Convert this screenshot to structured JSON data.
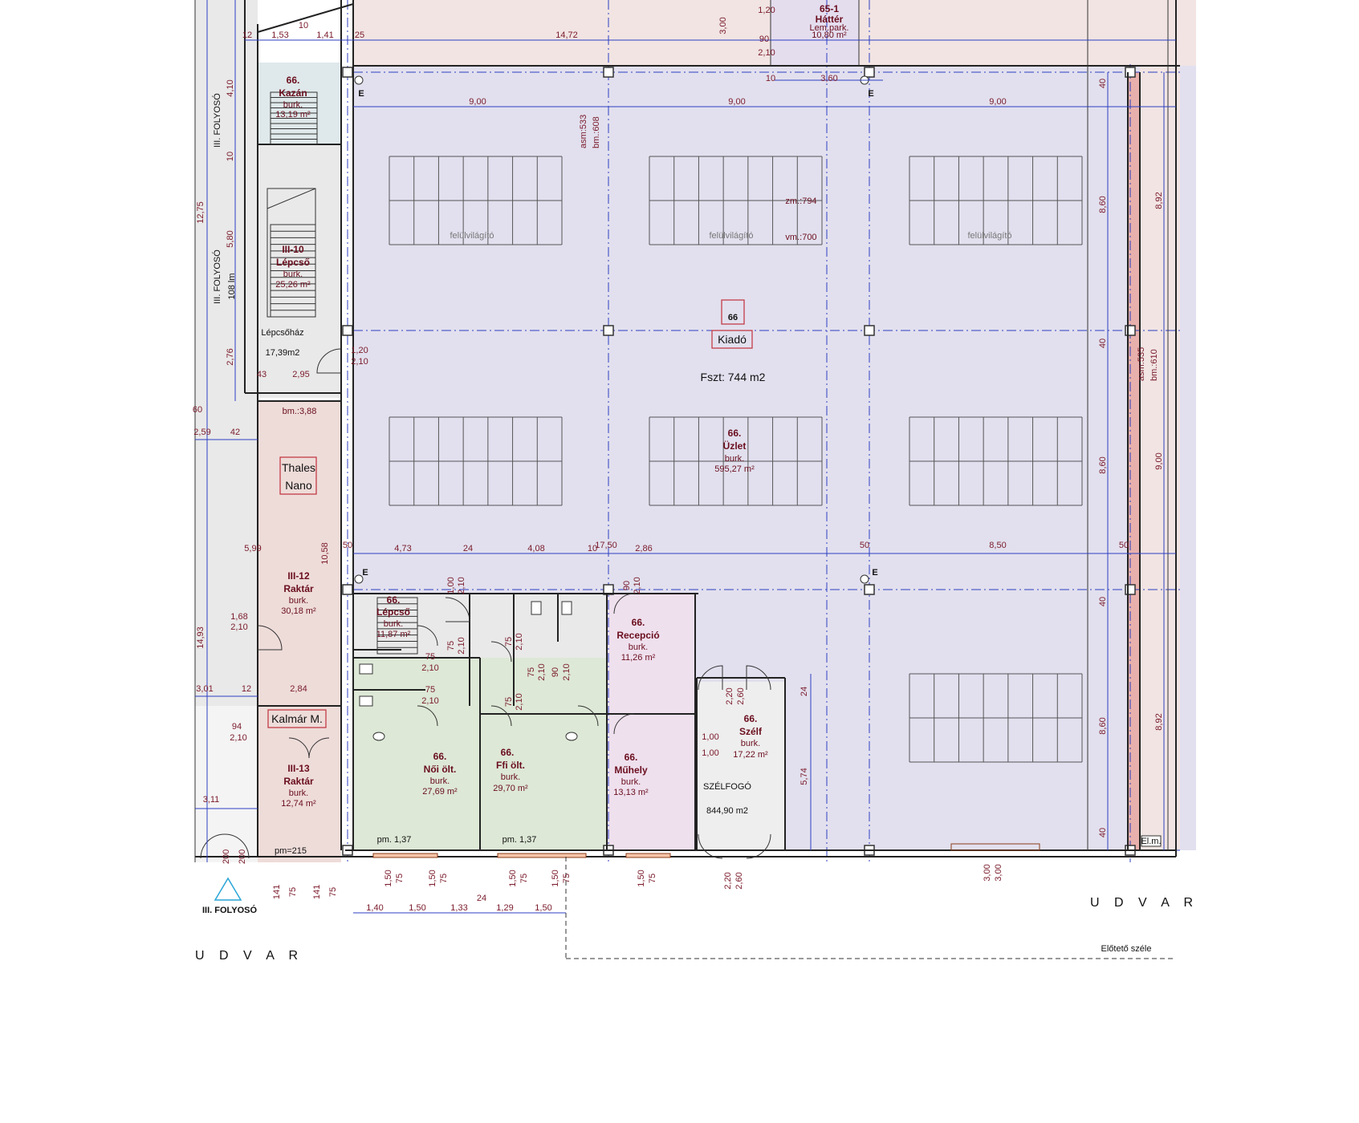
{
  "main_space": {
    "number": "66",
    "status": "Kiadó",
    "area": "Fszt: 744 m2",
    "shop_number": "66.",
    "shop_name": "Üzlet",
    "shop_floor": "burk.",
    "shop_area": "595,27 m²",
    "skylight_label": "felülvilágító",
    "height_note_1": "zm.:794",
    "height_note_2": "vm.:700"
  },
  "rooms": {
    "kazan": {
      "number": "66.",
      "name": "Kazán",
      "floor": "burk.",
      "area": "13,19 m²"
    },
    "lepcso_10": {
      "number": "III-10",
      "name": "Lépcső",
      "floor": "burk.",
      "area": "25,26 m²"
    },
    "lepcsohaz": {
      "name": "Lépcsőház",
      "area": "17,39m2"
    },
    "thales": {
      "line1": "Thales",
      "line2": "Nano",
      "note": "bm.:3,88"
    },
    "raktar_12": {
      "number": "III-12",
      "name": "Raktár",
      "floor": "burk.",
      "area": "30,18 m²"
    },
    "kalmar": {
      "name": "Kalmár M."
    },
    "raktar_13": {
      "number": "III-13",
      "name": "Raktár",
      "floor": "burk.",
      "area": "12,74 m²"
    },
    "lepcso_66": {
      "number": "66.",
      "name": "Lépcső",
      "floor": "burk.",
      "area": "11,87 m²"
    },
    "noi": {
      "number": "66.",
      "name": "Női ölt.",
      "floor": "burk.",
      "area": "27,69 m²"
    },
    "ffi": {
      "number": "66.",
      "name": "Ffi ölt.",
      "floor": "burk.",
      "area": "29,70 m²"
    },
    "recepcio": {
      "number": "66.",
      "name": "Recepció",
      "floor": "burk.",
      "area": "11,26 m²"
    },
    "muhely": {
      "number": "66.",
      "name": "Műhely",
      "floor": "burk.",
      "area": "13,13 m²"
    },
    "szelf": {
      "number": "66.",
      "name": "Szélf",
      "floor": "burk.",
      "area": "17,22 m²"
    },
    "szelfogo": {
      "name": "SZÉLFOGÓ",
      "area": "844,90 m2"
    },
    "hatter": {
      "number": "65-1",
      "name": "Háttér",
      "floor": "Lem.park.",
      "area": "10,80 m²"
    }
  },
  "corridors": {
    "folyoso": "III. FOLYOSÓ",
    "folyoso_bottom": "III. FOLYOSÓ"
  },
  "outside": {
    "udvar_right": "U D V A R",
    "udvar_left": "U D V A R",
    "canopy_edge": "Előtető széle"
  },
  "heights": {
    "asm_left": "asm:533",
    "bm_left": "bm.:608",
    "asm_right": "asm:535",
    "bm_right": "bm.:610",
    "lm_left": "108 lm",
    "pm_1": "pm. 1,37",
    "pm_2": "pm. 1,37",
    "pm_small": "pm=215",
    "el_m": "El.m."
  },
  "marks": {
    "e": "E"
  },
  "dims": {
    "top_1": "1,53",
    "top_2": "10",
    "top_3": "1,41",
    "top_4": "25",
    "top_5": "14,72",
    "top_6": "12",
    "bay_1": "9,00",
    "bay_2": "9,00",
    "bay_3": "9,00",
    "r_1": "8,60",
    "r_2": "8,60",
    "r_3": "8,60",
    "r_4": "8,92",
    "r_5": "9,00",
    "r_6": "8,92",
    "r_40a": "40",
    "r_40b": "40",
    "r_40c": "40",
    "r_40d": "40",
    "l_1": "12,75",
    "l_2": "14,93",
    "l_3": "4,10",
    "l_4": "10",
    "l_5": "5,80",
    "l_6": "2,76",
    "l_7": "2,59",
    "l_8": "42",
    "l_9": "3,01",
    "l_10": "12",
    "l_11": "3,11",
    "l_12": "60",
    "s_1": "43",
    "s_2": "2,95",
    "s_3": "1,20",
    "s_4": "2,10",
    "s_5": "5,99",
    "s_6": "10,58",
    "s_7": "1,68",
    "s_8": "2,10",
    "s_9": "2,84",
    "s_10": "94",
    "s_11": "2,10",
    "m_1": "50",
    "m_2": "4,73",
    "m_3": "24",
    "m_4": "4,08",
    "m_5": "10",
    "m_6": "17,50",
    "m_7": "2,86",
    "m_8": "50",
    "m_9": "8,50",
    "m_10": "50",
    "h_1": "3,60",
    "h_2": "10",
    "h_3": "90",
    "h_4": "2,10",
    "h_5": "1,20",
    "h_6": "3,00",
    "d_1": "1,00",
    "d_2": "2,10",
    "d_3": "75",
    "d_4": "2,10",
    "d_5": "90",
    "d_6": "2,10",
    "d_7": "75",
    "d_8": "2,10",
    "d_9": "75",
    "d_10": "2,10",
    "d_11": "75",
    "d_12": "2,10",
    "d_13": "75",
    "d_14": "2,10",
    "d_15": "75",
    "d_16": "2,10",
    "d_17": "1,00",
    "d_18": "1,00",
    "d_19": "2,20",
    "d_20": "2,60",
    "d_21": "24",
    "d_22": "5,74",
    "d_23": "90",
    "d_24": "2,10",
    "b_1": "1,50",
    "b_2": "75",
    "b_3": "1,50",
    "b_4": "75",
    "b_5": "1,50",
    "b_6": "75",
    "b_7": "1,50",
    "b_8": "75",
    "b_9": "1,50",
    "b_10": "75",
    "b_11": "2,20",
    "b_12": "2,60",
    "b_13": "3,00",
    "b_14": "3,00",
    "b_15": "141",
    "b_16": "75",
    "b_17": "141",
    "b_18": "75",
    "b_19": "200",
    "b_20": "200",
    "c_1": "1,40",
    "c_2": "1,50",
    "c_3": "1,33",
    "c_4": "24",
    "c_5": "1,29",
    "c_6": "1,50"
  }
}
